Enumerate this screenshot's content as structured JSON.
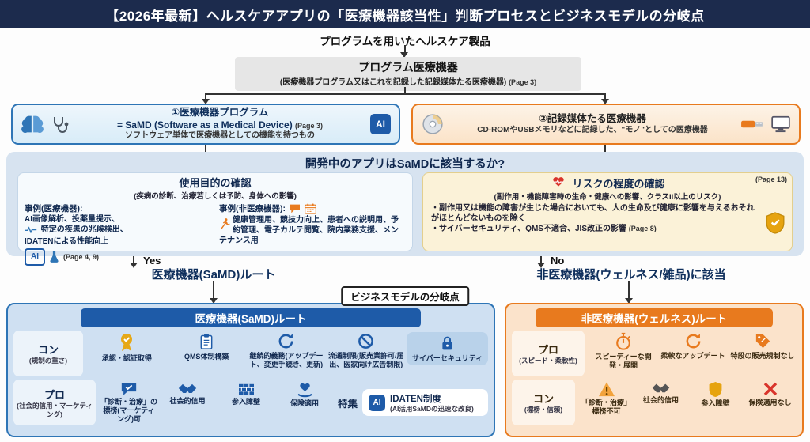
{
  "header": {
    "title": "【2026年最新】ヘルスケアアプリの「医療機器該当性」判断プロセスとビジネスモデルの分岐点"
  },
  "intro": {
    "label": "プログラムを用いたヘルスケア製品"
  },
  "icons": {
    "ai_badge_text": "AI"
  },
  "program_device": {
    "title": "プログラム医療機器",
    "subtitle": "(医療機器プログラム又はこれを記録した記録媒体たる医療機器)",
    "page_ref": "(Page 3)"
  },
  "samd_branch": {
    "number_title": "①医療機器プログラム",
    "samd_line": "= SaMD (Software as a Medical Device)",
    "page_ref": "(Page 3)",
    "desc": "ソフトウェア単体で医療機器としての機能を持つもの"
  },
  "media_branch": {
    "number_title": "②記録媒体たる医療機器",
    "desc": "CD-ROMやUSBメモリなどに記録した、\"モノ\"としての医療機器"
  },
  "question": {
    "title": "開発中のアプリはSaMDに該当するか?"
  },
  "purpose_box": {
    "title": "使用目的の確認",
    "subtitle": "(疾病の診断、治療若しくは予防、身体への影響)",
    "medical_heading": "事例(医療機器):",
    "medical_line1": "AI画像解析、投薬量提示、",
    "medical_line2": "特定の疾患の兆候検出、",
    "medical_line3": "IDATENによる性能向上",
    "medical_page_ref": "(Page 4, 9)",
    "nonmedical_heading": "事例(非医療機器):",
    "nonmedical_text": "健康管理用、競技力向上、患者への説明用、予約管理、電子カルテ閲覧、院内業務支援、メンテナンス用"
  },
  "risk_box": {
    "title": "リスクの程度の確認",
    "subtitle": "(副作用・機能障害時の生命・健康への影響、クラスII以上のリスク)",
    "page_ref": "(Page 13)",
    "bullet1": "・副作用又は機能の障害が生じた場合においても、人の生命及び健康に影響を与えるおそれがほとんどないものを除く",
    "bullet2": "・サイバーセキュリティ、QMS不適合、JIS改正の影響",
    "bullet2_page_ref": "(Page 8)"
  },
  "outcomes": {
    "yes_label": "Yes",
    "yes_route": "医療機器(SaMD)ルート",
    "no_label": "No",
    "no_route": "非医療機器(ウェルネス/雑品)に該当",
    "fork_label": "ビジネスモデルの分岐点"
  },
  "samd_panel": {
    "title": "医療機器(SaMD)ルート",
    "con": {
      "label": "コン",
      "sub": "(規制の重さ)",
      "items": [
        {
          "icon": "approval-ribbon-icon",
          "label": "承認・認証取得"
        },
        {
          "icon": "qms-clipboard-icon",
          "label": "QMS体制構築"
        },
        {
          "icon": "continuous-update-icon",
          "label": "継続的義務(アップデート、変更手続き、更新)"
        },
        {
          "icon": "distribution-restriction-icon",
          "label": "流通制限(販売業許可/届出、医家向け広告制限)"
        },
        {
          "icon": "cybersecurity-lock-icon",
          "label": "サイバーセキュリティ"
        }
      ]
    },
    "pro": {
      "label": "プロ",
      "sub": "(社会的信用・マーケティング)",
      "items": [
        {
          "icon": "diagnosis-claim-icon",
          "label": "「診断・治療」の標榜(マーケティング)可"
        },
        {
          "icon": "handshake-icon",
          "label": "社会的信用"
        },
        {
          "icon": "barrier-wall-icon",
          "label": "参入障壁"
        },
        {
          "icon": "insurance-hand-heart-icon",
          "label": "保険適用"
        }
      ]
    },
    "feature": {
      "tag": "特集",
      "title": "IDATEN制度",
      "desc": "(AI活用SaMDの迅速な改良)"
    }
  },
  "wellness_panel": {
    "title": "非医療機器(ウェルネス)ルート",
    "pro": {
      "label": "プロ",
      "sub": "(スピード・柔軟性)",
      "items": [
        {
          "icon": "stopwatch-icon",
          "label": "スピーディーな開発・展開"
        },
        {
          "icon": "flexible-update-icon",
          "label": "柔軟なアップデート"
        },
        {
          "icon": "price-tag-icon",
          "label": "特段の販売規制なし"
        }
      ]
    },
    "con": {
      "label": "コン",
      "sub": "(標榜・信頼)",
      "items": [
        {
          "icon": "warning-triangle-icon",
          "label": "「診断・治療」標榜不可"
        },
        {
          "icon": "handshake-icon",
          "label": "社会的信用"
        },
        {
          "icon": "barrier-shield-icon",
          "label": "参入障壁"
        },
        {
          "icon": "no-insurance-x-icon",
          "label": "保険適用なし"
        }
      ]
    }
  }
}
